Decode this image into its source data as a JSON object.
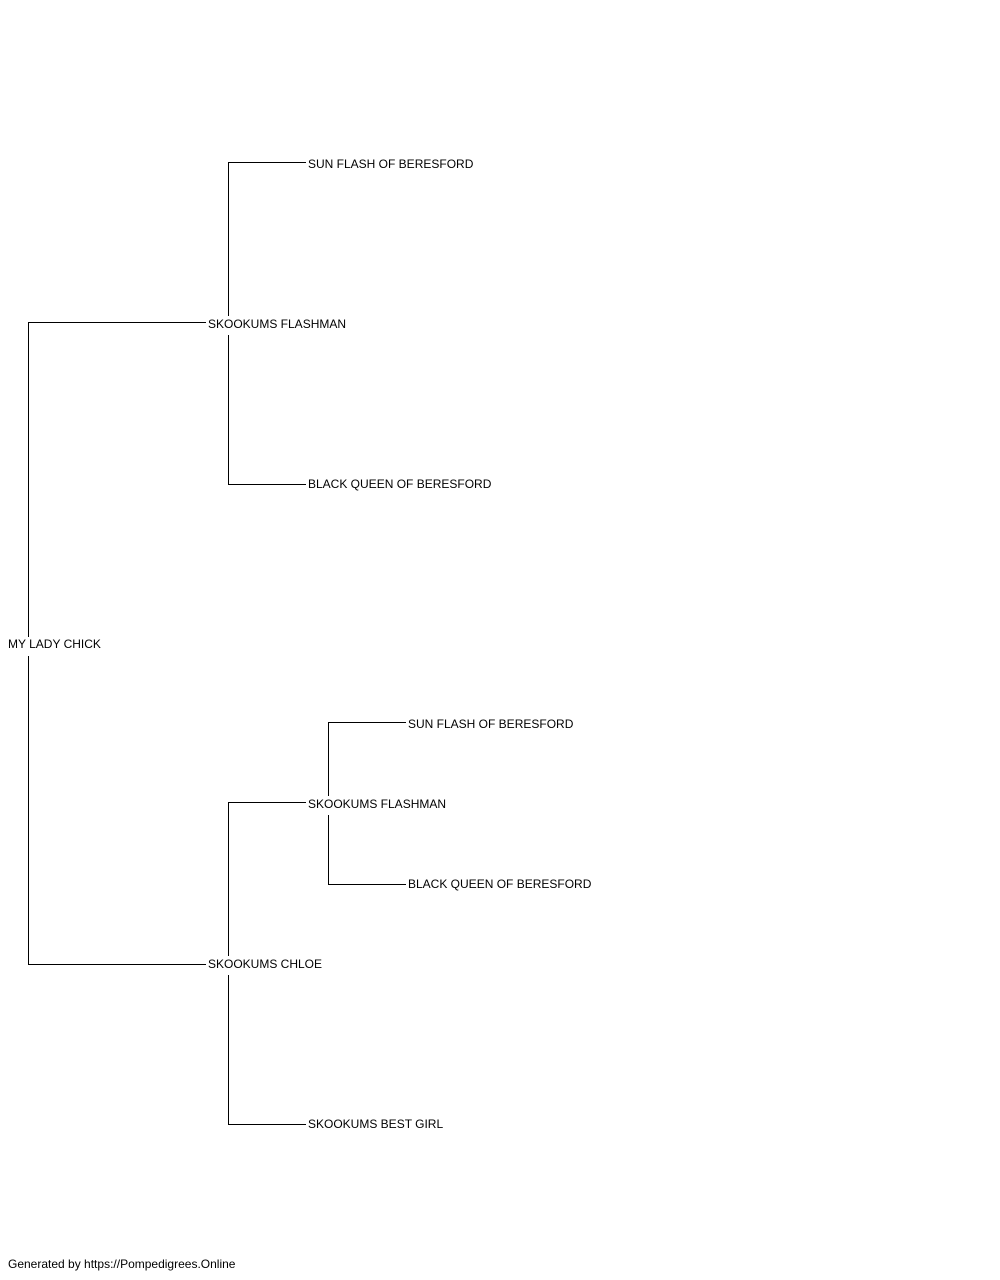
{
  "pedigree": {
    "subject": {
      "name": "MY LADY CHICK"
    },
    "sire": {
      "name": "SKOOKUMS FLASHMAN",
      "sire": {
        "name": "SUN FLASH OF BERESFORD"
      },
      "dam": {
        "name": "BLACK QUEEN OF BERESFORD"
      }
    },
    "dam": {
      "name": "SKOOKUMS CHLOE",
      "sire": {
        "name": "SKOOKUMS FLASHMAN",
        "sire": {
          "name": "SUN FLASH OF BERESFORD"
        },
        "dam": {
          "name": "BLACK QUEEN OF BERESFORD"
        }
      },
      "dam": {
        "name": "SKOOKUMS BEST GIRL"
      }
    }
  },
  "footer": {
    "text": "Generated by https://Pompedigrees.Online"
  },
  "colors": {
    "line": "#000000",
    "text": "#000000",
    "background": "#ffffff"
  }
}
